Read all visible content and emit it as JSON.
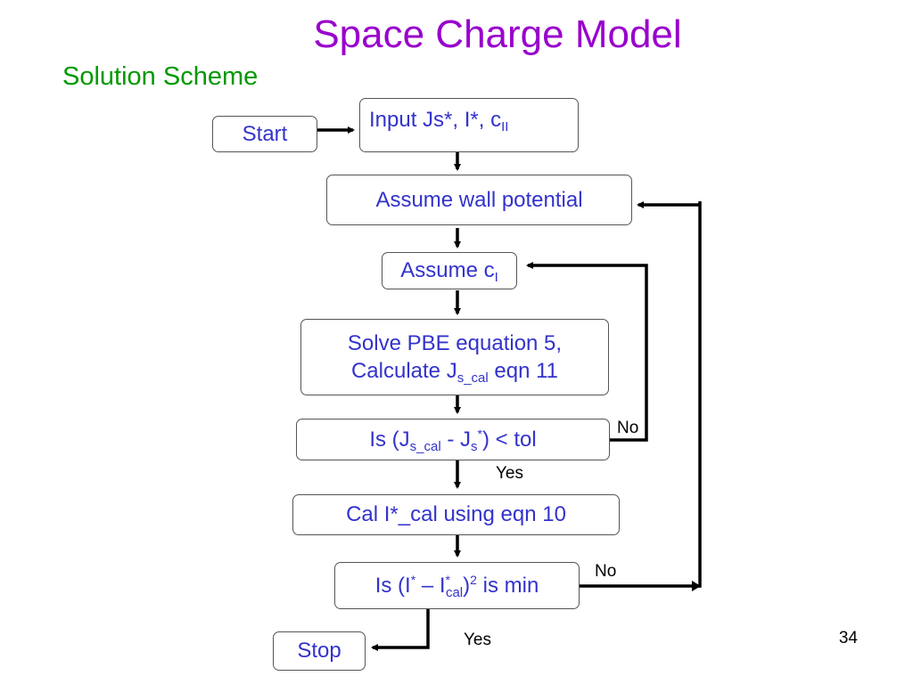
{
  "slide": {
    "title": "Space Charge Model",
    "subtitle": "Solution Scheme",
    "page_number": "34",
    "colors": {
      "title": "#9900cc",
      "subtitle": "#009900",
      "box_text": "#3333cc"
    }
  },
  "nodes": {
    "start": "Start",
    "input": {
      "text": "Input Js*, I*, c",
      "sub": "II"
    },
    "assume_wall": "Assume wall potential",
    "assume_cI": {
      "text": "Assume c",
      "sub": "I"
    },
    "solve_line1": "Solve PBE equation 5,",
    "solve_line2": {
      "pre": "Calculate J",
      "sub": "s_cal",
      "post": " eqn 11"
    },
    "check_js": {
      "pre": "Is (J",
      "sub1": "s_cal",
      "mid": " - J",
      "sub2": "s",
      "sup": "*",
      "post": ") < tol"
    },
    "cal_I": "Cal I*_cal using eqn 10",
    "check_I": {
      "pre": "Is  (I",
      "sup1": "*",
      "mid": " – I",
      "sup2": "*",
      "sub": "cal",
      "close": ")",
      "sup3": "2",
      "post": " is min"
    },
    "stop": "Stop"
  },
  "edge_labels": {
    "no_tol": "No",
    "yes_tol": "Yes",
    "no_min": "No",
    "yes_min": "Yes"
  }
}
